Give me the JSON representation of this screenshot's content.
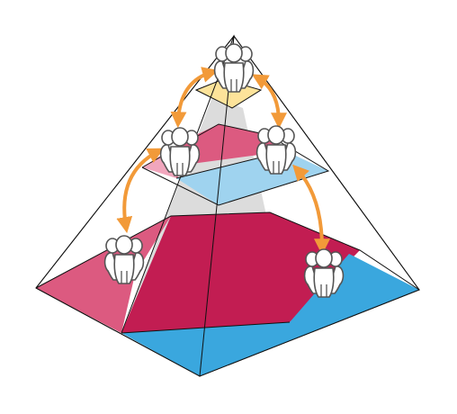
{
  "colors": {
    "background": "#ffffff",
    "outline": "#111111",
    "core_gray": "#dcdcdc",
    "crimson": "#c21d52",
    "pink": "#dc5a80",
    "light_pink": "#f1a6bd",
    "blue": "#3aa7de",
    "light_blue": "#9fd3ef",
    "yellow": "#fde39a",
    "arrow_orange": "#f29a39",
    "person_stroke": "#555555"
  },
  "icons": {
    "person": "people-group-icon",
    "arrow": "double-headed-curved-arrow"
  },
  "layers": [
    {
      "name": "top-layer",
      "colors": [
        "yellow"
      ]
    },
    {
      "name": "middle-layer",
      "colors": [
        "light_pink",
        "pink",
        "light_blue"
      ]
    },
    {
      "name": "bottom-layer",
      "colors": [
        "pink",
        "crimson",
        "blue"
      ]
    }
  ]
}
